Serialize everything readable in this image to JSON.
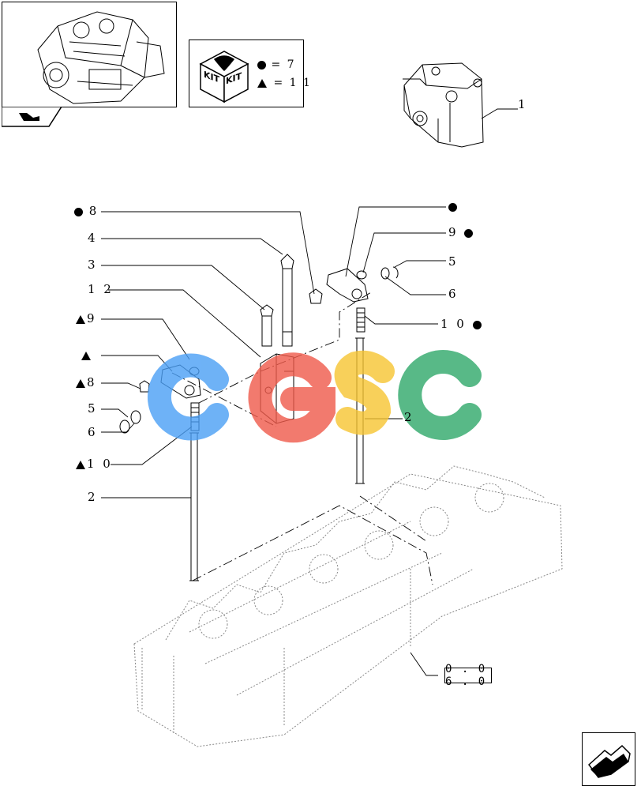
{
  "kit_legend": {
    "kit_labels": [
      "KIT",
      "KIT"
    ],
    "dot_eq": "= 7",
    "tri_eq": "= 1 1"
  },
  "callouts": {
    "c1": "1",
    "c_dot8": "8",
    "c4": "4",
    "c3": "3",
    "c12": "1 2",
    "c_tri9": "9",
    "c8": "8",
    "c5l": "5",
    "c6l": "6",
    "c_tri10": "1 0",
    "c2l": "2",
    "c9r": "9",
    "c5r": "5",
    "c6r": "6",
    "c10r": "1 0",
    "c2r": "2"
  },
  "reference": "0 . 0 6 . 0",
  "watermark": {
    "letters": [
      "C",
      "G",
      "S",
      "C"
    ],
    "colors": [
      "#4a9ff5",
      "#f05a4a",
      "#f7c531",
      "#2fa86a"
    ]
  },
  "icons": {
    "engine": "engine-thumbnail",
    "nav": "back-arrow-icon",
    "kit": "kit-box-icon",
    "next": "next-page-arrow-icon"
  }
}
